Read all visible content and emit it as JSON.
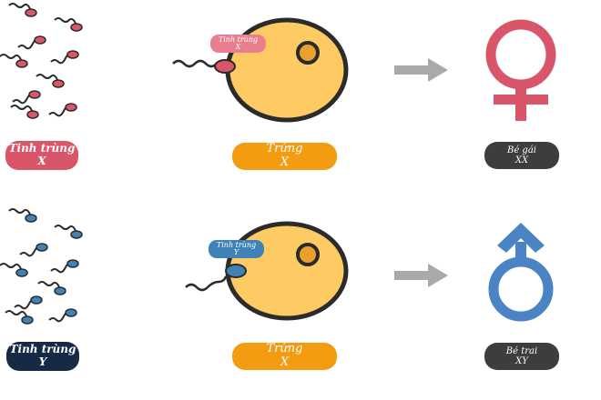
{
  "rows": [
    {
      "sperm_label": [
        "Tinh trùng",
        "X"
      ],
      "egg_label": [
        "Trứng",
        "X"
      ],
      "sperm_tag": [
        "Tinh trùng",
        "X"
      ],
      "result_label": [
        "Bé gái",
        "XX"
      ],
      "result_icon": "female-symbol-icon"
    },
    {
      "sperm_label": [
        "Tinh trùng",
        "Y"
      ],
      "egg_label": [
        "Trứng",
        "X"
      ],
      "sperm_tag": [
        "Tinh trùng",
        "Y"
      ],
      "result_label": [
        "Bé trai",
        "XY"
      ],
      "result_icon": "male-symbol-icon"
    }
  ],
  "colors": {
    "sperm_x": "#d9566a",
    "sperm_y": "#3f82b8",
    "sperm_x_label": "#d9566a",
    "sperm_y_label": "#172a45",
    "egg_fill": "#fdca63",
    "egg_outline": "#2b2b2b",
    "egg_label": "#f39c12",
    "arrow": "#a9a9a9",
    "result_label": "#3d3d3d",
    "female_symbol": "#d9566a",
    "male_symbol": "#4a84c4"
  }
}
